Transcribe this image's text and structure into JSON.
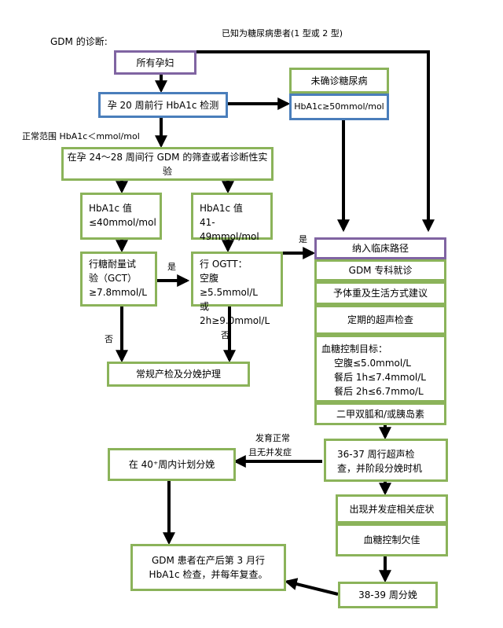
{
  "title": "GDM 的诊断:",
  "known_diabetes_label": "已知为糖尿病患者(1 型或 2 型)",
  "normal_range_label": "正常范围 HbA1c＜mmol/mol",
  "yes_label_1": "是",
  "yes_label_2": "是",
  "no_label_1": "否",
  "no_label_2": "否",
  "normal_dev_label": [
    "发育正常",
    "且无并发症"
  ],
  "boxes": {
    "all_pregnant": "所有孕妇",
    "hba1c_20w": "孕 20 周前行 HbA1c 检测",
    "undiagnosed": "未确诊糖尿病",
    "hba1c_50": "HbA1c≥50mmol/mol",
    "screening": "在孕 24～28 周间行 GDM 的筛查或者诊断性实验",
    "hba1c_40": [
      "HbA1c 值",
      "≤40mmol/mol"
    ],
    "hba1c_41_49": [
      "HbA1c 值",
      "41-49mmol/mol"
    ],
    "gct": [
      "行糖耐量试",
      "验（GCT）",
      "≥7.8mmol/L"
    ],
    "ogtt": [
      "行 OGTT：",
      "空腹≥5.5mmol/L",
      "或 2h≥9.0mmol/L"
    ],
    "routine_care": "常规产检及分娩护理",
    "clinical_path": "纳入临床路径",
    "gdm_specialist": "GDM 专科就诊",
    "weight_lifestyle": "予体重及生活方式建议",
    "ultrasound": "定期的超声检查",
    "glucose_targets": [
      "血糖控制目标：",
      "空腹≤5.0mmol/L",
      "餐后 1h≤7.4mmol/L",
      "餐后 2h≤6.7mmo/L"
    ],
    "metformin_insulin": "二甲双胍和/或胰岛素",
    "ultrasound_36": [
      "36-37 周行超声检",
      "查，并阶段分娩时机"
    ],
    "delivery_40": "在 40⁺周内计划分娩",
    "complications": "出现并发症相关症状",
    "poor_control": "血糖控制欠佳",
    "delivery_38": "38-39 周分娩",
    "postpartum": [
      "GDM 患者在产后第 3 月行",
      "HbA1c 检查，并每年复查。"
    ]
  }
}
